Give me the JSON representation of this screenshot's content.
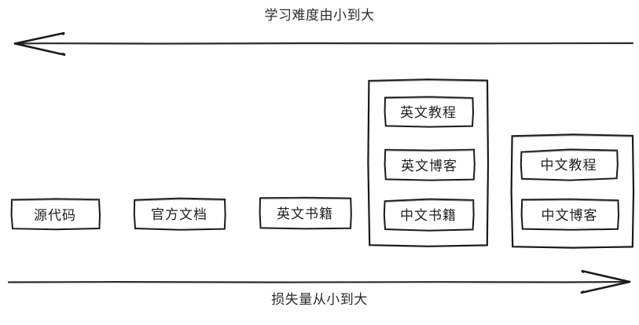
{
  "diagram": {
    "style": "hand-drawn sketch",
    "stroke_color": "#1a1a1a",
    "text_color": "#1f1f1f",
    "background_color": "#ffffff",
    "axes": [
      {
        "id": "top-axis",
        "label": "学习难度由小到大",
        "direction": "left",
        "arrowhead": "open-v",
        "position": "top"
      },
      {
        "id": "bottom-axis",
        "label": "损失量从小到大",
        "direction": "right",
        "arrowhead": "open-v",
        "position": "bottom"
      }
    ],
    "nodes": [
      {
        "id": "node-1",
        "label": "源代码"
      },
      {
        "id": "node-2",
        "label": "官方文档"
      },
      {
        "id": "node-3",
        "label": "英文书籍"
      }
    ],
    "groups": [
      {
        "id": "group-1",
        "items": [
          {
            "id": "group-1-item-1",
            "label": "英文教程"
          },
          {
            "id": "group-1-item-2",
            "label": "英文博客"
          },
          {
            "id": "group-1-item-3",
            "label": "中文书籍"
          }
        ]
      },
      {
        "id": "group-2",
        "items": [
          {
            "id": "group-2-item-1",
            "label": "中文教程"
          },
          {
            "id": "group-2-item-2",
            "label": "中文博客"
          }
        ]
      }
    ]
  }
}
